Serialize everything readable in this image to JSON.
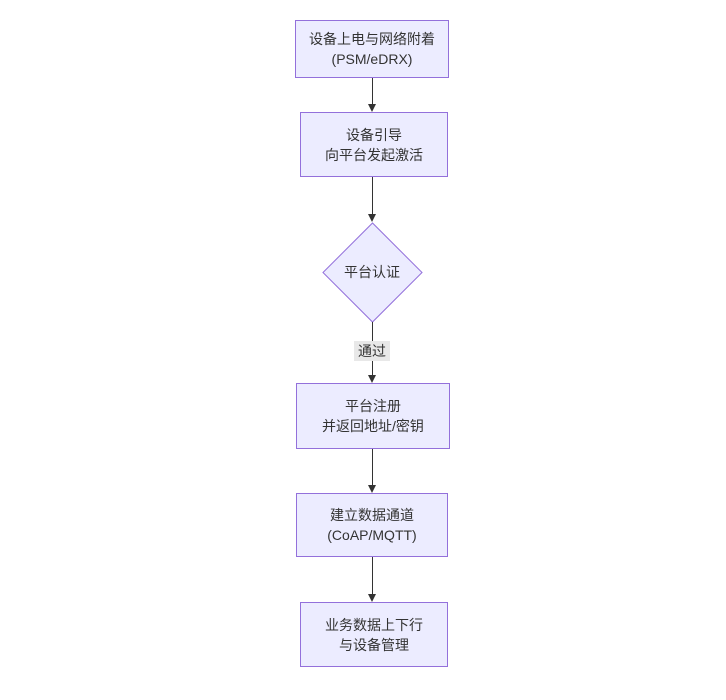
{
  "theme": {
    "canvas_bg": "#ffffff",
    "node_fill": "#ececff",
    "node_border": "#9370db",
    "node_text_color": "#333333",
    "edge_color": "#333333",
    "edge_label_bg": "#e8e8e8",
    "edge_label_text_color": "#333333"
  },
  "flowchart": {
    "nodes": [
      {
        "id": "device-power-attach",
        "shape": "rectangle",
        "lines": [
          "设备上电与网络附着",
          "(PSM/eDRX)"
        ]
      },
      {
        "id": "device-bootstrap",
        "shape": "rectangle",
        "lines": [
          "设备引导",
          "向平台发起激活"
        ]
      },
      {
        "id": "platform-auth",
        "shape": "diamond",
        "lines": [
          "平台认证"
        ]
      },
      {
        "id": "platform-register",
        "shape": "rectangle",
        "lines": [
          "平台注册",
          "并返回地址/密钥"
        ]
      },
      {
        "id": "data-channel",
        "shape": "rectangle",
        "lines": [
          "建立数据通道",
          "(CoAP/MQTT)"
        ]
      },
      {
        "id": "business-data",
        "shape": "rectangle",
        "lines": [
          "业务数据上下行",
          "与设备管理"
        ]
      }
    ],
    "edges": [
      {
        "from": "device-power-attach",
        "to": "device-bootstrap",
        "label": ""
      },
      {
        "from": "device-bootstrap",
        "to": "platform-auth",
        "label": ""
      },
      {
        "from": "platform-auth",
        "to": "platform-register",
        "label": "通过"
      },
      {
        "from": "platform-register",
        "to": "data-channel",
        "label": ""
      },
      {
        "from": "data-channel",
        "to": "business-data",
        "label": ""
      }
    ]
  }
}
